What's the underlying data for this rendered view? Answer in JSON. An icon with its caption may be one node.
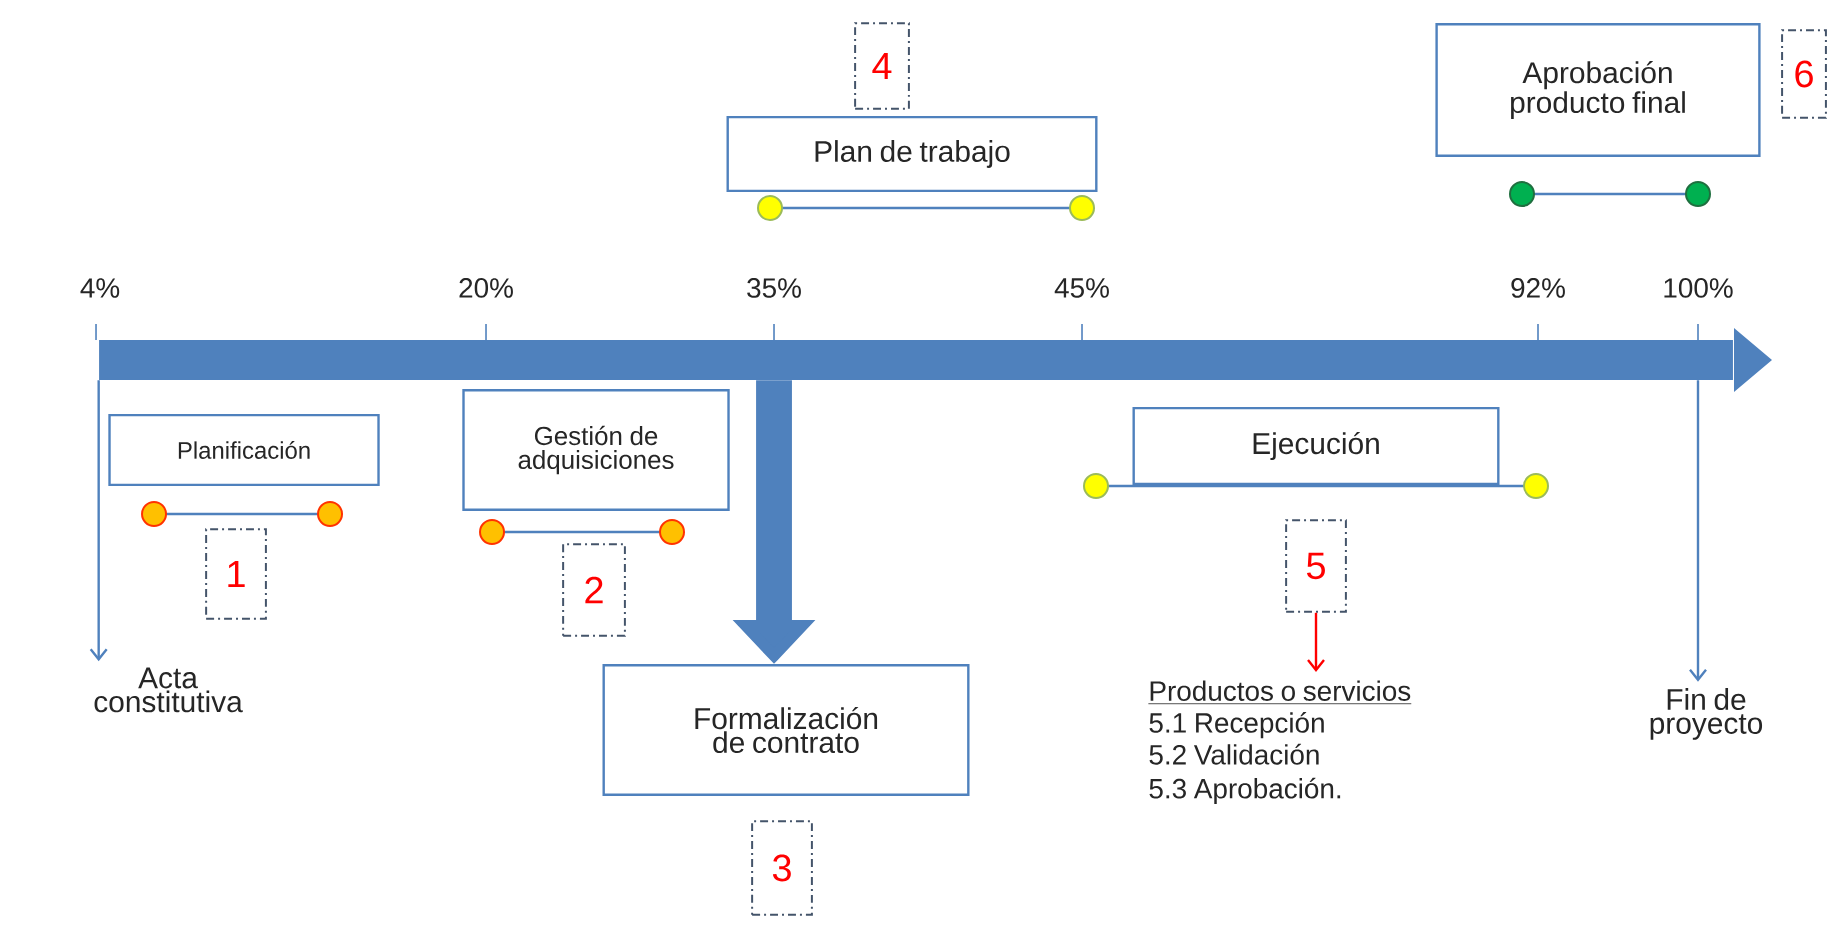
{
  "diagram": {
    "nodes": [
      {
        "text": [
          "4"
        ]
      },
      {
        "text": [
          "Plan de trabajo"
        ]
      },
      {
        "text": [
          "Aprobación producto final"
        ]
      },
      {
        "text": [
          "6"
        ]
      },
      {
        "text": [],
        "shape": "bar"
      },
      {
        "text": [
          "Planificación"
        ]
      },
      {
        "text": [
          "Gestión de adquisiciones"
        ]
      },
      {
        "text": [
          "Ejecución"
        ]
      },
      {
        "text": [
          "1"
        ]
      },
      {
        "text": [
          "2"
        ]
      },
      {
        "text": [
          "5"
        ]
      },
      {
        "text": [
          "Acta constitutiva"
        ]
      },
      {
        "text": [
          "Formalización de contrato"
        ]
      },
      {
        "text": [
          "Productos o servicios",
          "5.1 Recepción",
          "5.2 Validación",
          "5.3 Aprobación."
        ]
      },
      {
        "text": [
          "Fin de proyecto"
        ]
      },
      {
        "text": [
          "3"
        ]
      }
    ],
    "edges": [
      {
        "from": 4,
        "to": 11,
        "arrow": "to"
      },
      {
        "from": 4,
        "to": 12,
        "arrow": "to",
        "style": "thick"
      },
      {
        "from": 4,
        "to": 14,
        "arrow": "to"
      },
      {
        "from": 10,
        "to": 13,
        "arrow": "to",
        "color": "#ff0000"
      }
    ],
    "labels": [
      "4%",
      "20%",
      "35%",
      "45%",
      "92%",
      "100%"
    ]
  }
}
